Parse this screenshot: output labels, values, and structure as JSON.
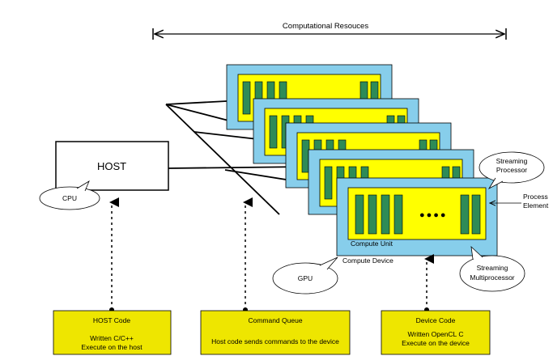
{
  "colors": {
    "device_fill": "#87CEEB",
    "unit_fill": "#FFFF00",
    "pe_fill": "#2E8B57",
    "codebox_fill": "#EEE600"
  },
  "header": {
    "resources_label": "Computational Resouces"
  },
  "host": {
    "label": "HOST",
    "cpu_label": "CPU"
  },
  "device": {
    "compute_unit_label": "Compute Unit",
    "compute_device_label": "Compute Device",
    "gpu_label": "GPU",
    "ellipsis": "●●●●",
    "streaming_processor_line1": "Streaming",
    "streaming_processor_line2": "Processor",
    "process_element_line1": "Process",
    "process_element_line2": "Element",
    "streaming_multiprocessor_line1": "Streaming",
    "streaming_multiprocessor_line2": "Multiprocessor"
  },
  "code_boxes": {
    "host_code": {
      "title": "HOST Code",
      "line1": "Written C/C++",
      "line2": "Execute on the host"
    },
    "command_queue": {
      "title": "Command Queue",
      "line1": "Host code sends commands to the device"
    },
    "device_code": {
      "title": "Device Code",
      "line1": "Written OpenCL C",
      "line2": "Execute on the device"
    }
  }
}
